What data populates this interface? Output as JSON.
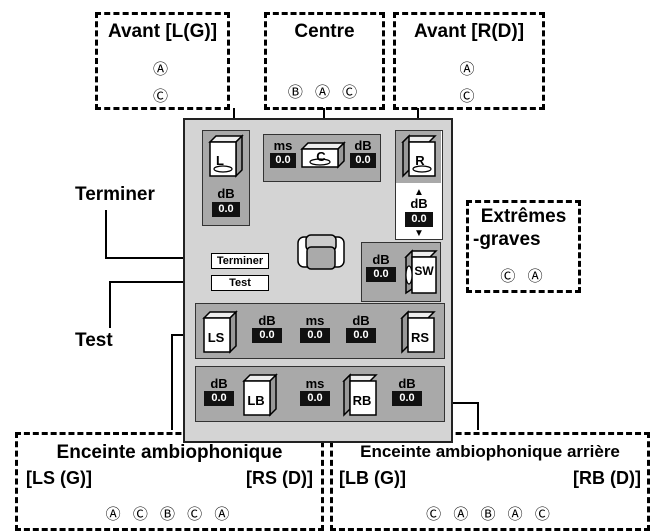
{
  "boxes": {
    "front_left": {
      "title": "Avant [L(G)]",
      "line1": "Ⓐ",
      "line2": "Ⓒ"
    },
    "center": {
      "title": "Centre",
      "line1": "Ⓑ Ⓐ Ⓒ"
    },
    "front_right": {
      "title": "Avant [R(D)]",
      "line1": "Ⓐ",
      "line2": "Ⓒ"
    },
    "subwoofer": {
      "title_line1": "Extrêmes",
      "title_line2": "-graves",
      "line1": "Ⓒ Ⓐ"
    },
    "surround": {
      "title": "Enceinte ambiophonique",
      "left": "[LS (G)]",
      "right": "[RS (D)]",
      "line1": "Ⓐ Ⓒ Ⓑ Ⓒ Ⓐ"
    },
    "surround_back": {
      "title": "Enceinte ambiophonique arrière",
      "left": "[LB (G)]",
      "right": "[RB (D)]",
      "line1": "Ⓒ Ⓐ Ⓑ Ⓐ Ⓒ"
    }
  },
  "labels": {
    "terminer": "Terminer",
    "test": "Test"
  },
  "buttons": {
    "terminer": "Terminer",
    "test": "Test"
  },
  "units": {
    "db": "dB",
    "ms": "ms"
  },
  "value": "0.0",
  "speakers": {
    "L": "L",
    "C": "C",
    "R": "R",
    "SW": "SW",
    "LS": "LS",
    "RS": "RS",
    "LB": "LB",
    "RB": "RB"
  },
  "arrows": {
    "up": "▲",
    "down": "▼"
  }
}
